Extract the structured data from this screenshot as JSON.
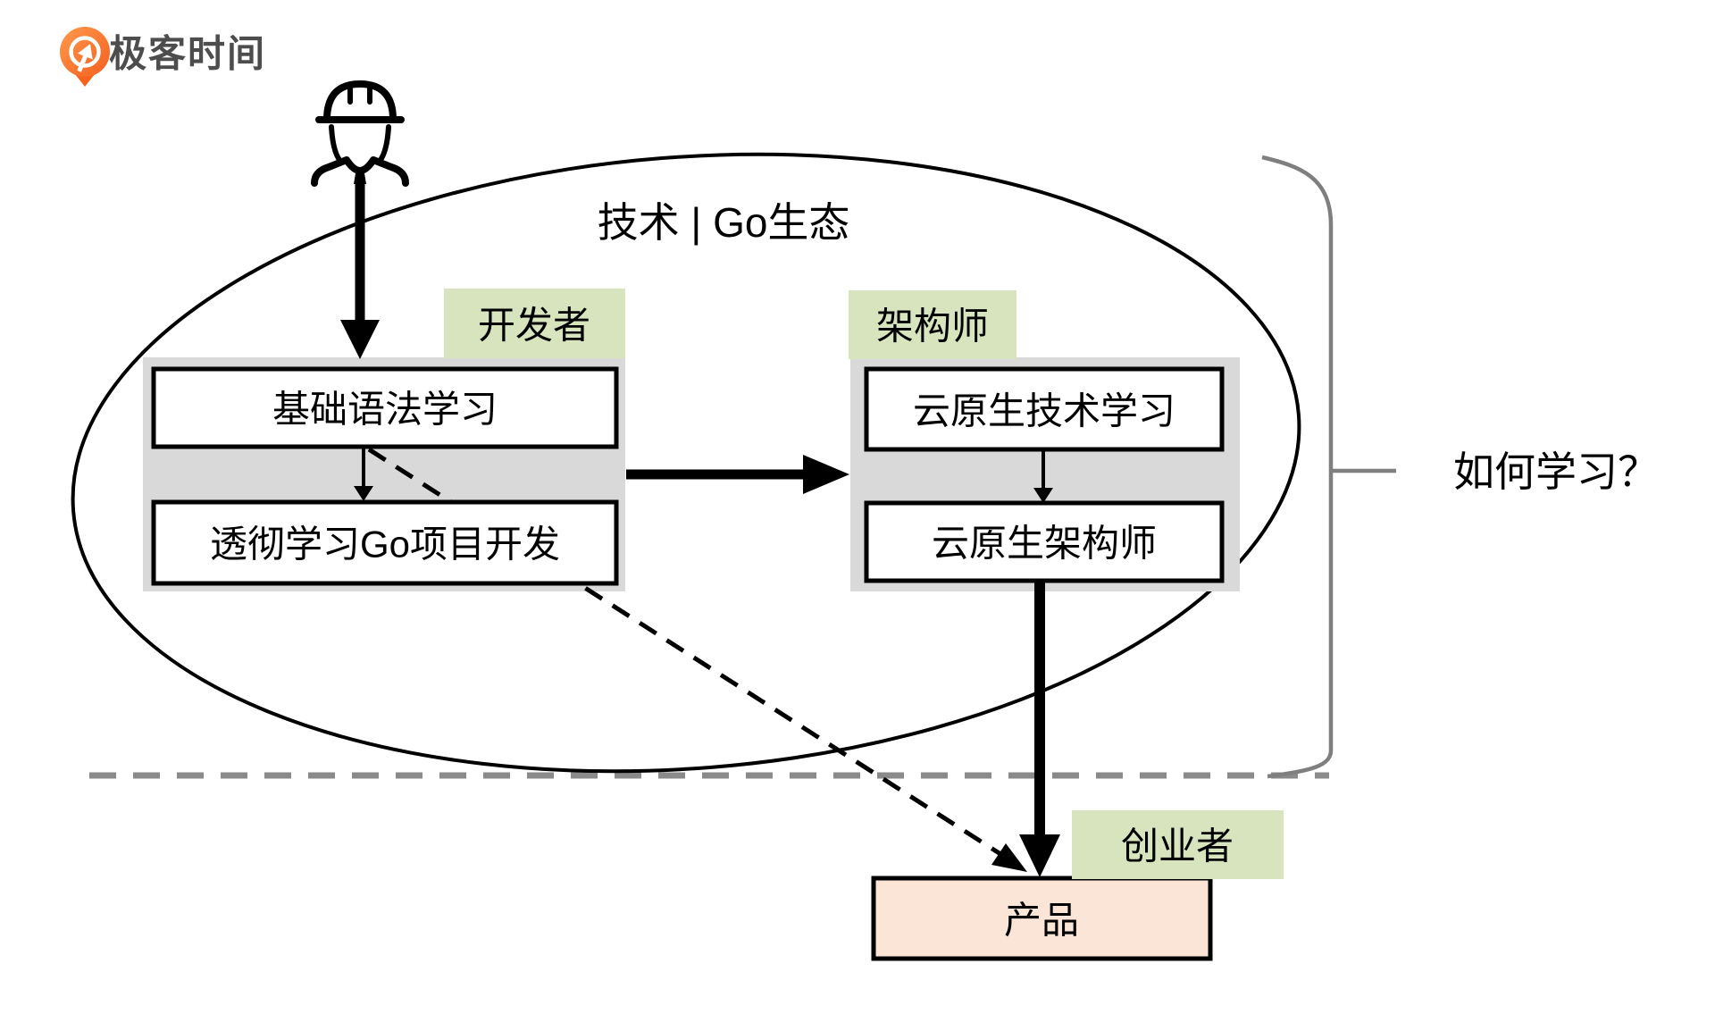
{
  "brand": {
    "logo_text": "极客时间",
    "logo_icon": "geektime-pin-icon"
  },
  "icons": {
    "persona": "engineer-worker-icon"
  },
  "ellipse": {
    "title": "技术 | Go生态"
  },
  "developer_track": {
    "label": "开发者",
    "step1": "基础语法学习",
    "step2": "透彻学习Go项目开发"
  },
  "architect_track": {
    "label": "架构师",
    "step1": "云原生技术学习",
    "step2": "云原生架构师"
  },
  "entrepreneur_track": {
    "label": "创业者",
    "box": "产品"
  },
  "annotation": {
    "text": "如何学习？"
  },
  "colors": {
    "label_green": "#d7e4be",
    "group_gray": "#d9d9d9",
    "product_peach": "#fbe5d6",
    "brand_orange": "#f6691c",
    "brand_orange_light": "#ff9a4d",
    "guide_gray": "#8a8a8a",
    "brace_gray": "#7f7f7f",
    "brand_text_gray": "#4d4d4d"
  }
}
